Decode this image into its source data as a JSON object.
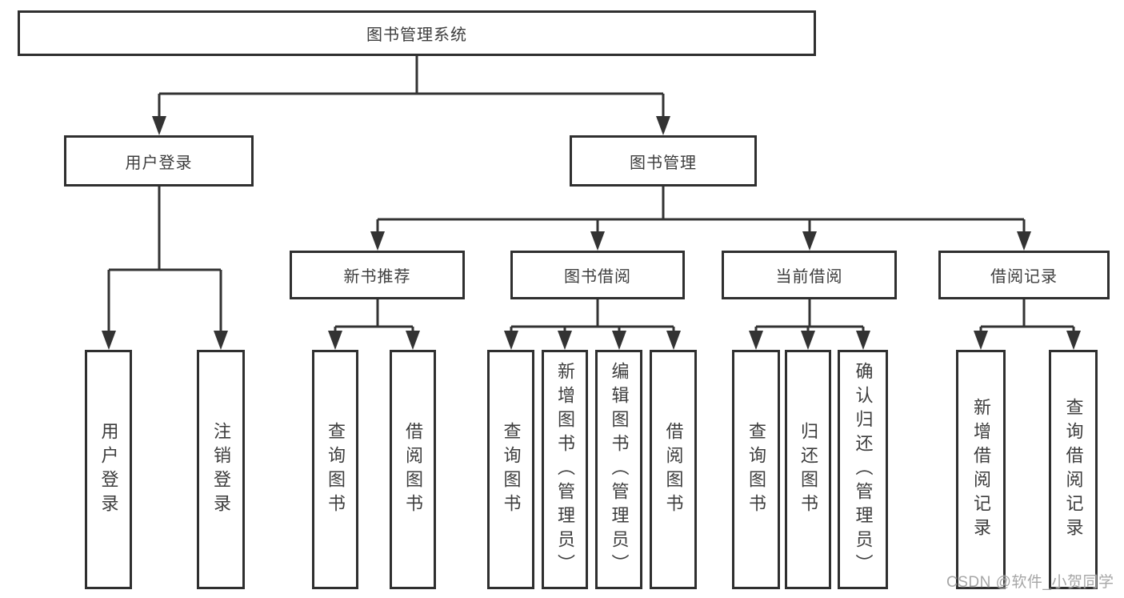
{
  "tree": {
    "label": "图书管理系统",
    "children": [
      {
        "label": "用户登录",
        "children": [
          {
            "label": "用户登录"
          },
          {
            "label": "注销登录"
          }
        ]
      },
      {
        "label": "图书管理",
        "children": [
          {
            "label": "新书推荐",
            "children": [
              {
                "label": "查询图书"
              },
              {
                "label": "借阅图书"
              }
            ]
          },
          {
            "label": "图书借阅",
            "children": [
              {
                "label": "查询图书"
              },
              {
                "label": "新增图书（管理员）"
              },
              {
                "label": "编辑图书（管理员）"
              },
              {
                "label": "借阅图书"
              }
            ]
          },
          {
            "label": "当前借阅",
            "children": [
              {
                "label": "查询图书"
              },
              {
                "label": "归还图书"
              },
              {
                "label": "确认归还（管理员）"
              }
            ]
          },
          {
            "label": "借阅记录",
            "children": [
              {
                "label": "新增借阅记录"
              },
              {
                "label": "查询借阅记录"
              }
            ]
          }
        ]
      }
    ]
  },
  "watermark": {
    "text": "CSDN @软件_小贺同学"
  },
  "colors": {
    "line": "#333333",
    "box_border": "#2f2f2f",
    "text": "#3d3d3d",
    "background": "#ffffff",
    "watermark": "#9e9e9e"
  }
}
